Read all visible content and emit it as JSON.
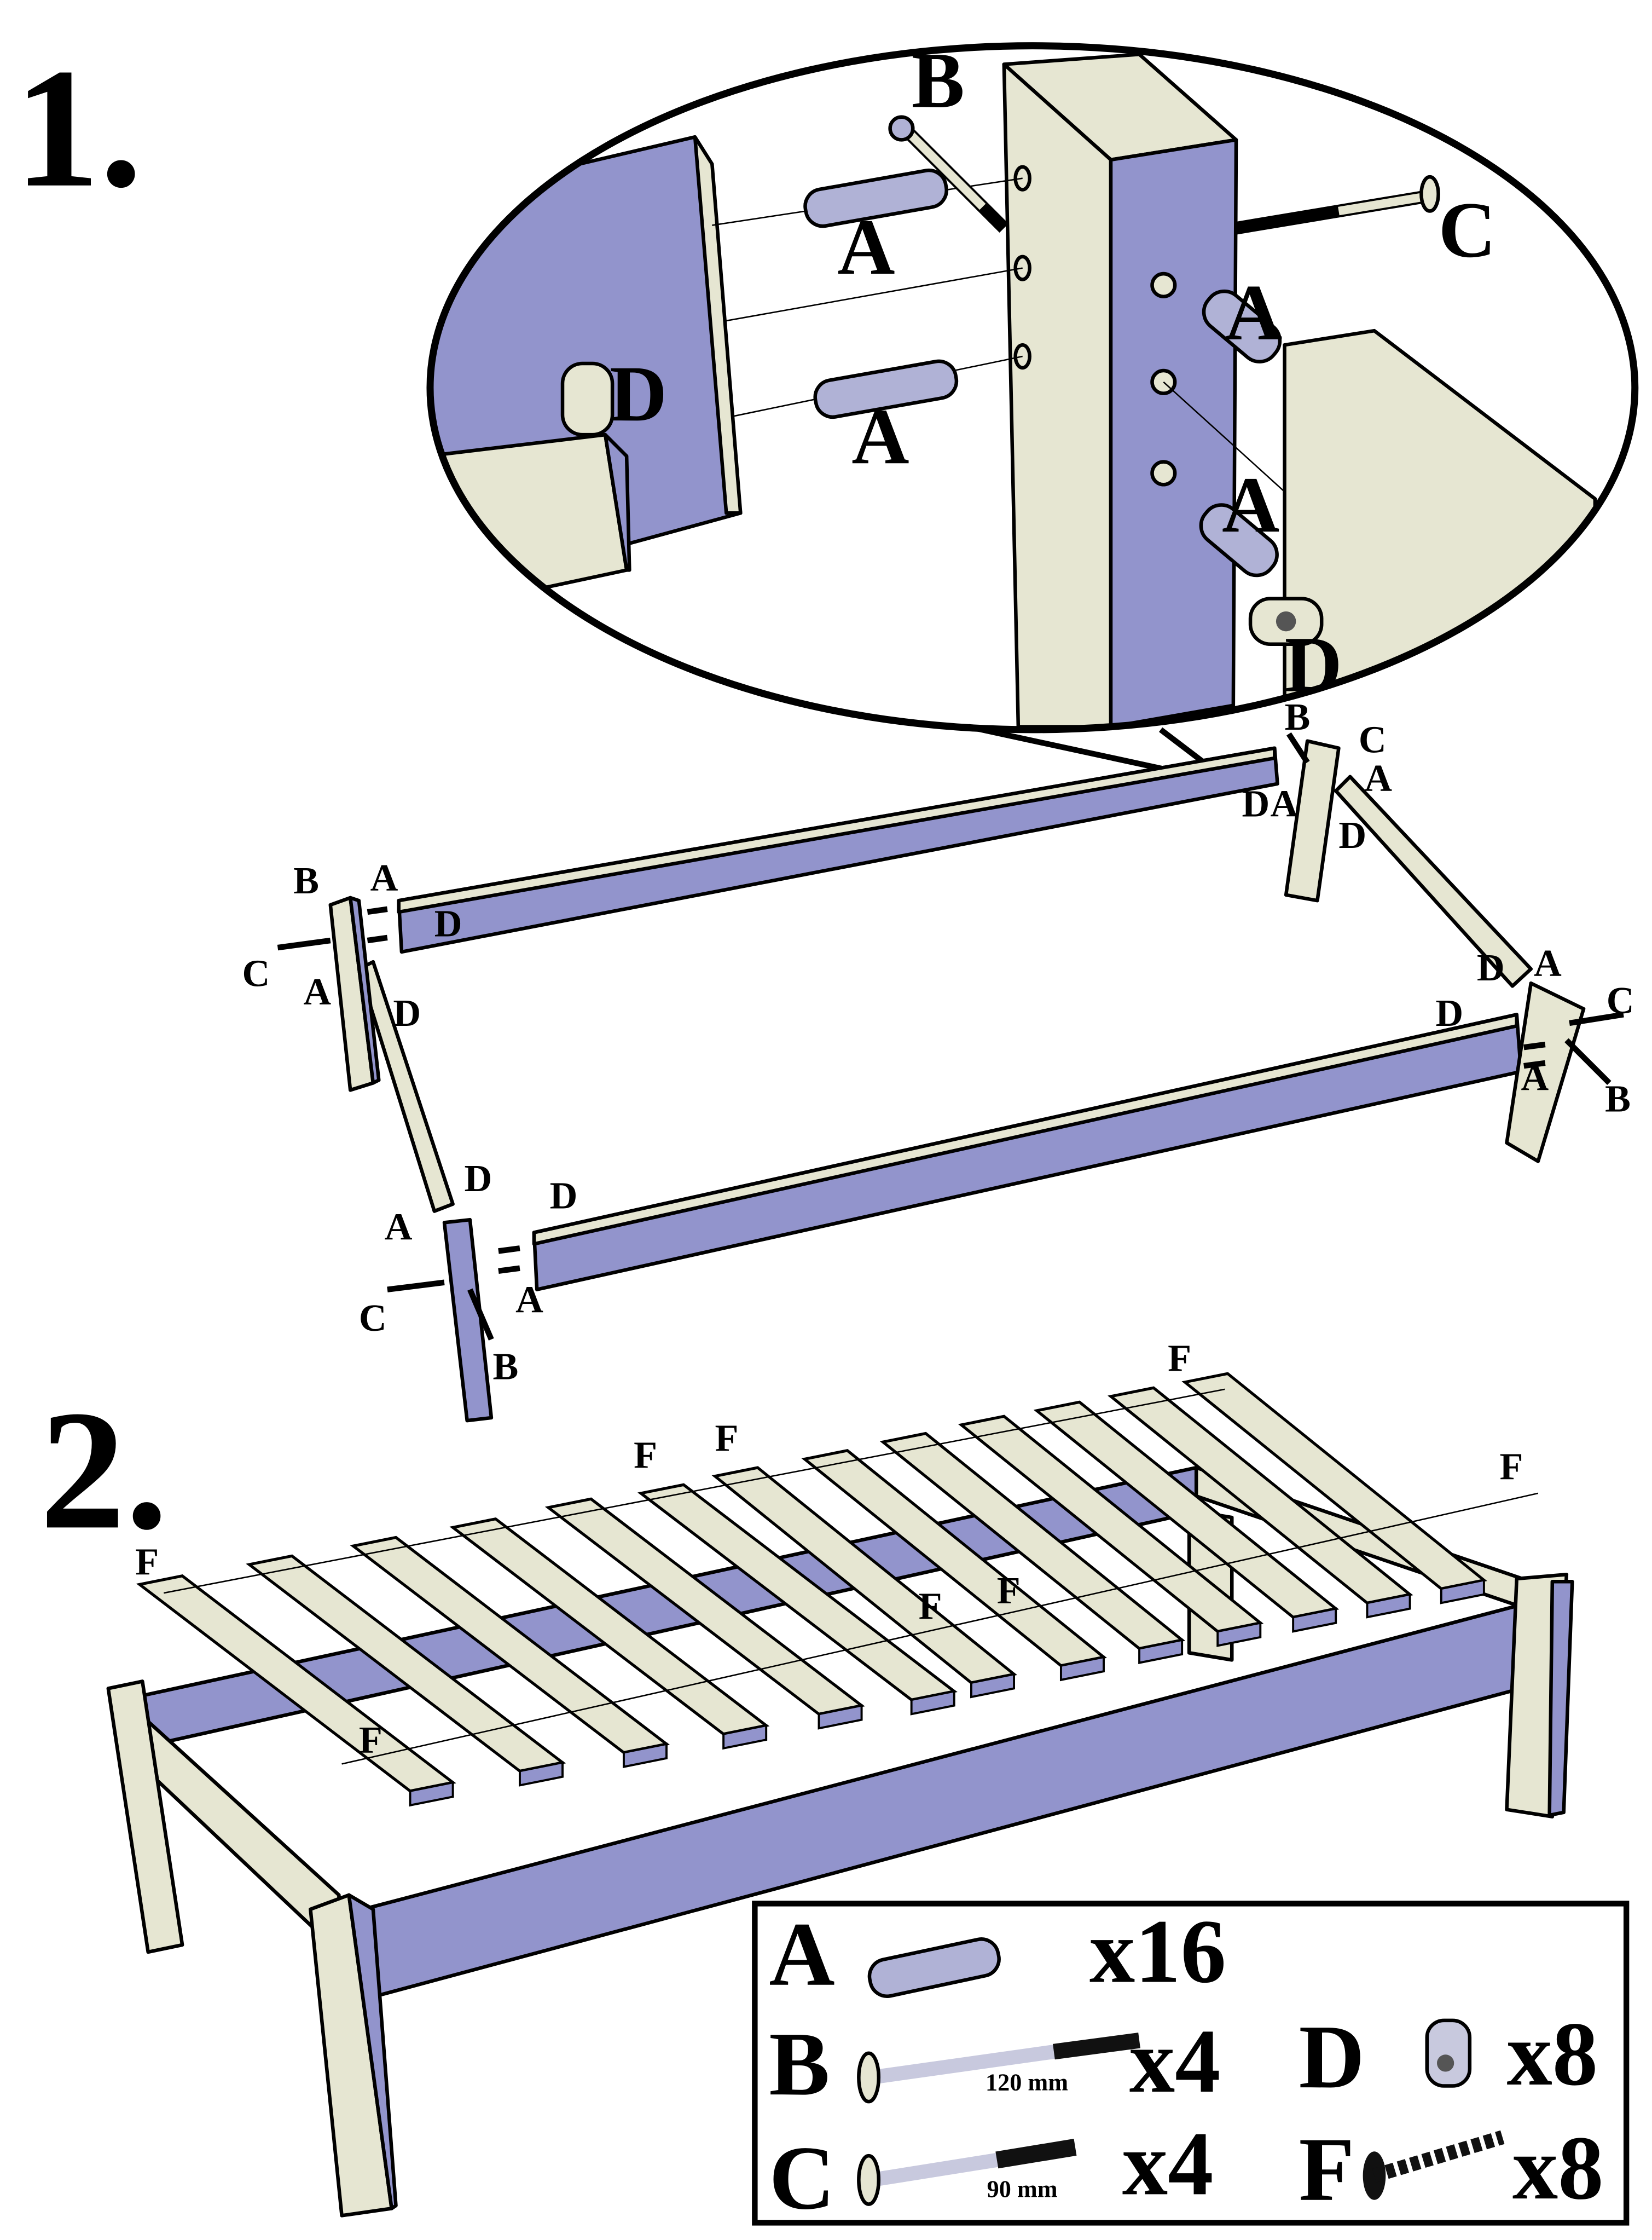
{
  "colors": {
    "purple": "#9294cc",
    "cream": "#e6e6d2",
    "ink": "#000000"
  },
  "steps": {
    "step1": "1.",
    "step2": "2."
  },
  "zoom_labels": [
    "B",
    "A",
    "C",
    "A",
    "D",
    "A",
    "A",
    "D"
  ],
  "frame_labels": [
    "B",
    "A",
    "D",
    "C",
    "A",
    "D",
    "B",
    "C",
    "A",
    "D",
    "A",
    "D",
    "D",
    "A",
    "C",
    "D",
    "A",
    "B",
    "D",
    "D",
    "A",
    "A",
    "C",
    "B"
  ],
  "screw_labels": [
    "F",
    "F",
    "F",
    "F",
    "F",
    "F",
    "F",
    "F"
  ],
  "legend": {
    "items": [
      {
        "letter": "A",
        "count": "x16",
        "icon": "dowel-icon"
      },
      {
        "letter": "B",
        "count": "x4",
        "length": "120 mm",
        "icon": "long-bolt-icon"
      },
      {
        "letter": "C",
        "count": "x4",
        "length": "90 mm",
        "icon": "short-bolt-icon"
      },
      {
        "letter": "D",
        "count": "x8",
        "icon": "barrel-nut-icon"
      },
      {
        "letter": "F",
        "count": "x8",
        "icon": "wood-screw-icon"
      }
    ]
  }
}
